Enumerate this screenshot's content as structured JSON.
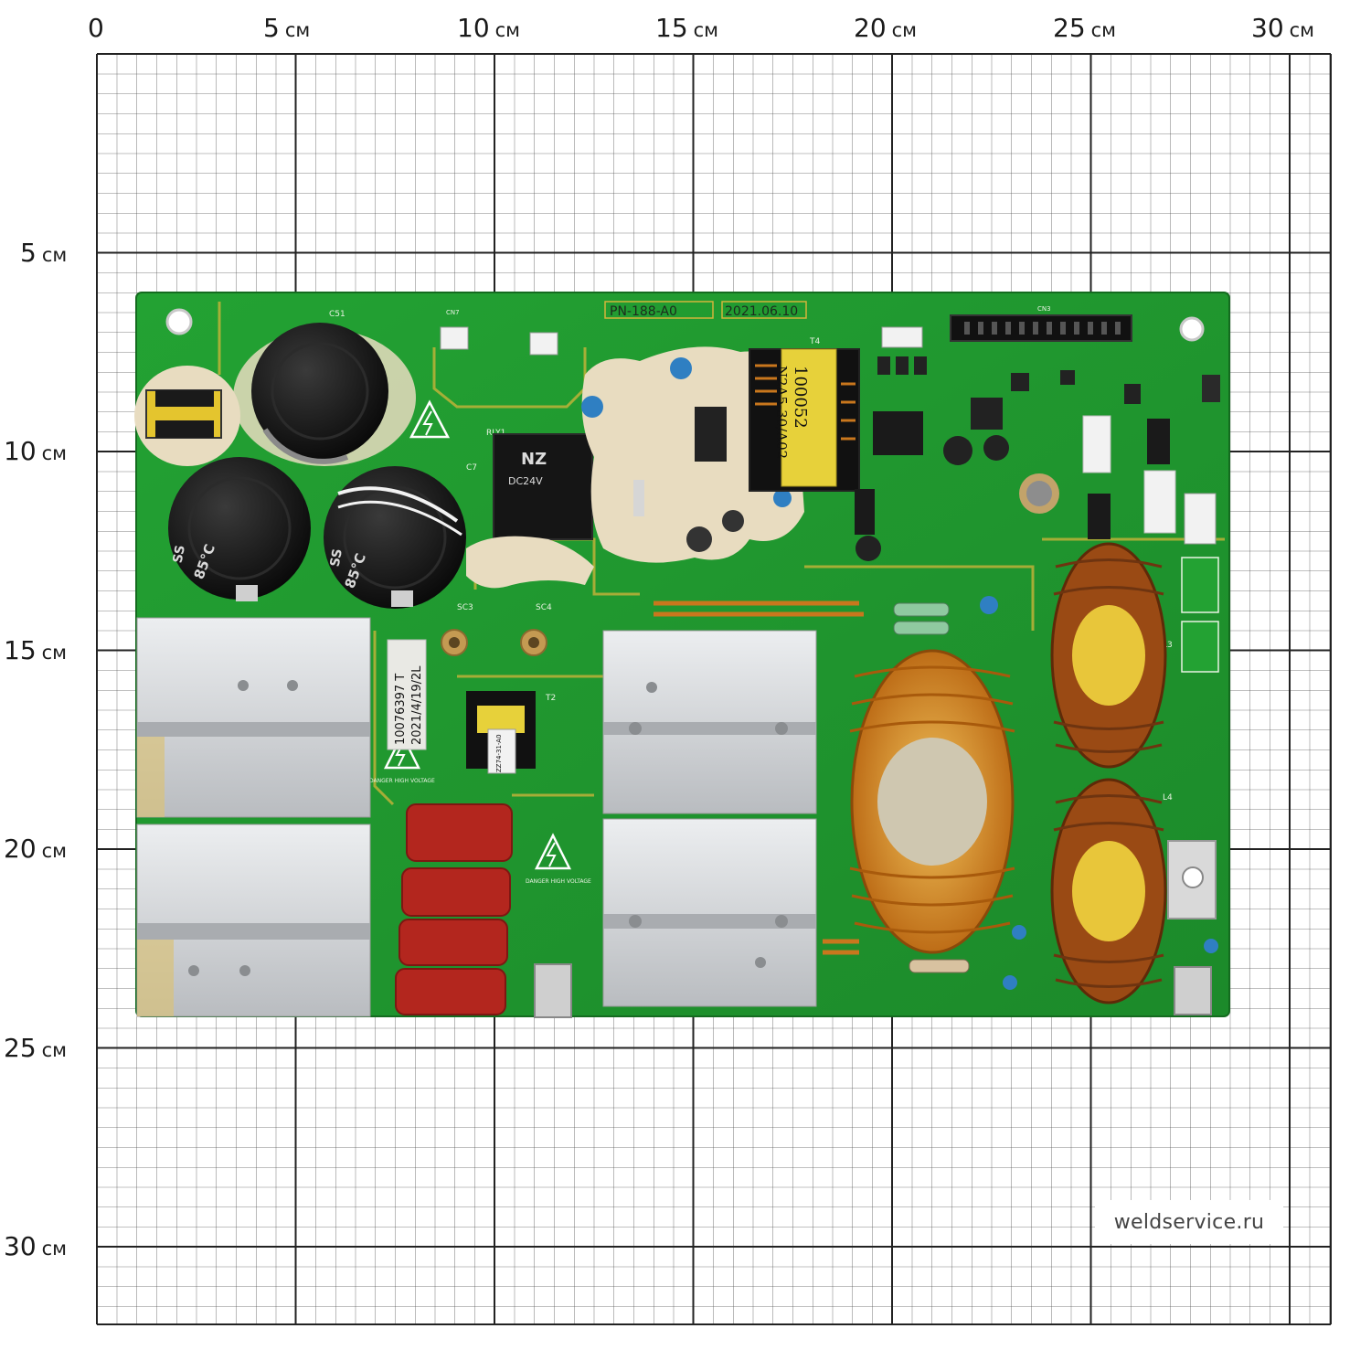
{
  "ruler": {
    "unit": "см",
    "x_ticks": [
      "0",
      "5",
      "10",
      "15",
      "20",
      "25",
      "30"
    ],
    "y_ticks": [
      "5",
      "10",
      "15",
      "20",
      "25",
      "30"
    ]
  },
  "board": {
    "part_number": "PN-188-A0",
    "date_code": "2021.06.10",
    "transformer_code": "100052",
    "transformer_model": "N2A5-30/A02",
    "lot_code": "10076397 T",
    "lot_date": "2021/4/19/2L",
    "relay_brand": "NZ",
    "relay_voltage": "DC24V",
    "cap_rating": "85°C",
    "cap_series": "SS",
    "small_transformer_code": "ZZ74-31-A0",
    "warning_text": "DANGER HIGH VOLTAGE",
    "labels": {
      "c51": "C51",
      "rly1": "RLY1",
      "sc3": "SC3",
      "sc4": "SC4",
      "t2": "T2",
      "t4": "T4",
      "cn3": "CN3",
      "cn7": "CN7",
      "l3": "L3",
      "l4": "L4",
      "c7": "C7"
    }
  },
  "watermark": "weldservice.ru",
  "colors": {
    "pcb": "#1f8f2d",
    "grid": "#222222",
    "copper": "#c9771d",
    "resin": "#e8dcc0",
    "heatsink": "#d2d4d6",
    "x_cap": "#b3261e"
  }
}
